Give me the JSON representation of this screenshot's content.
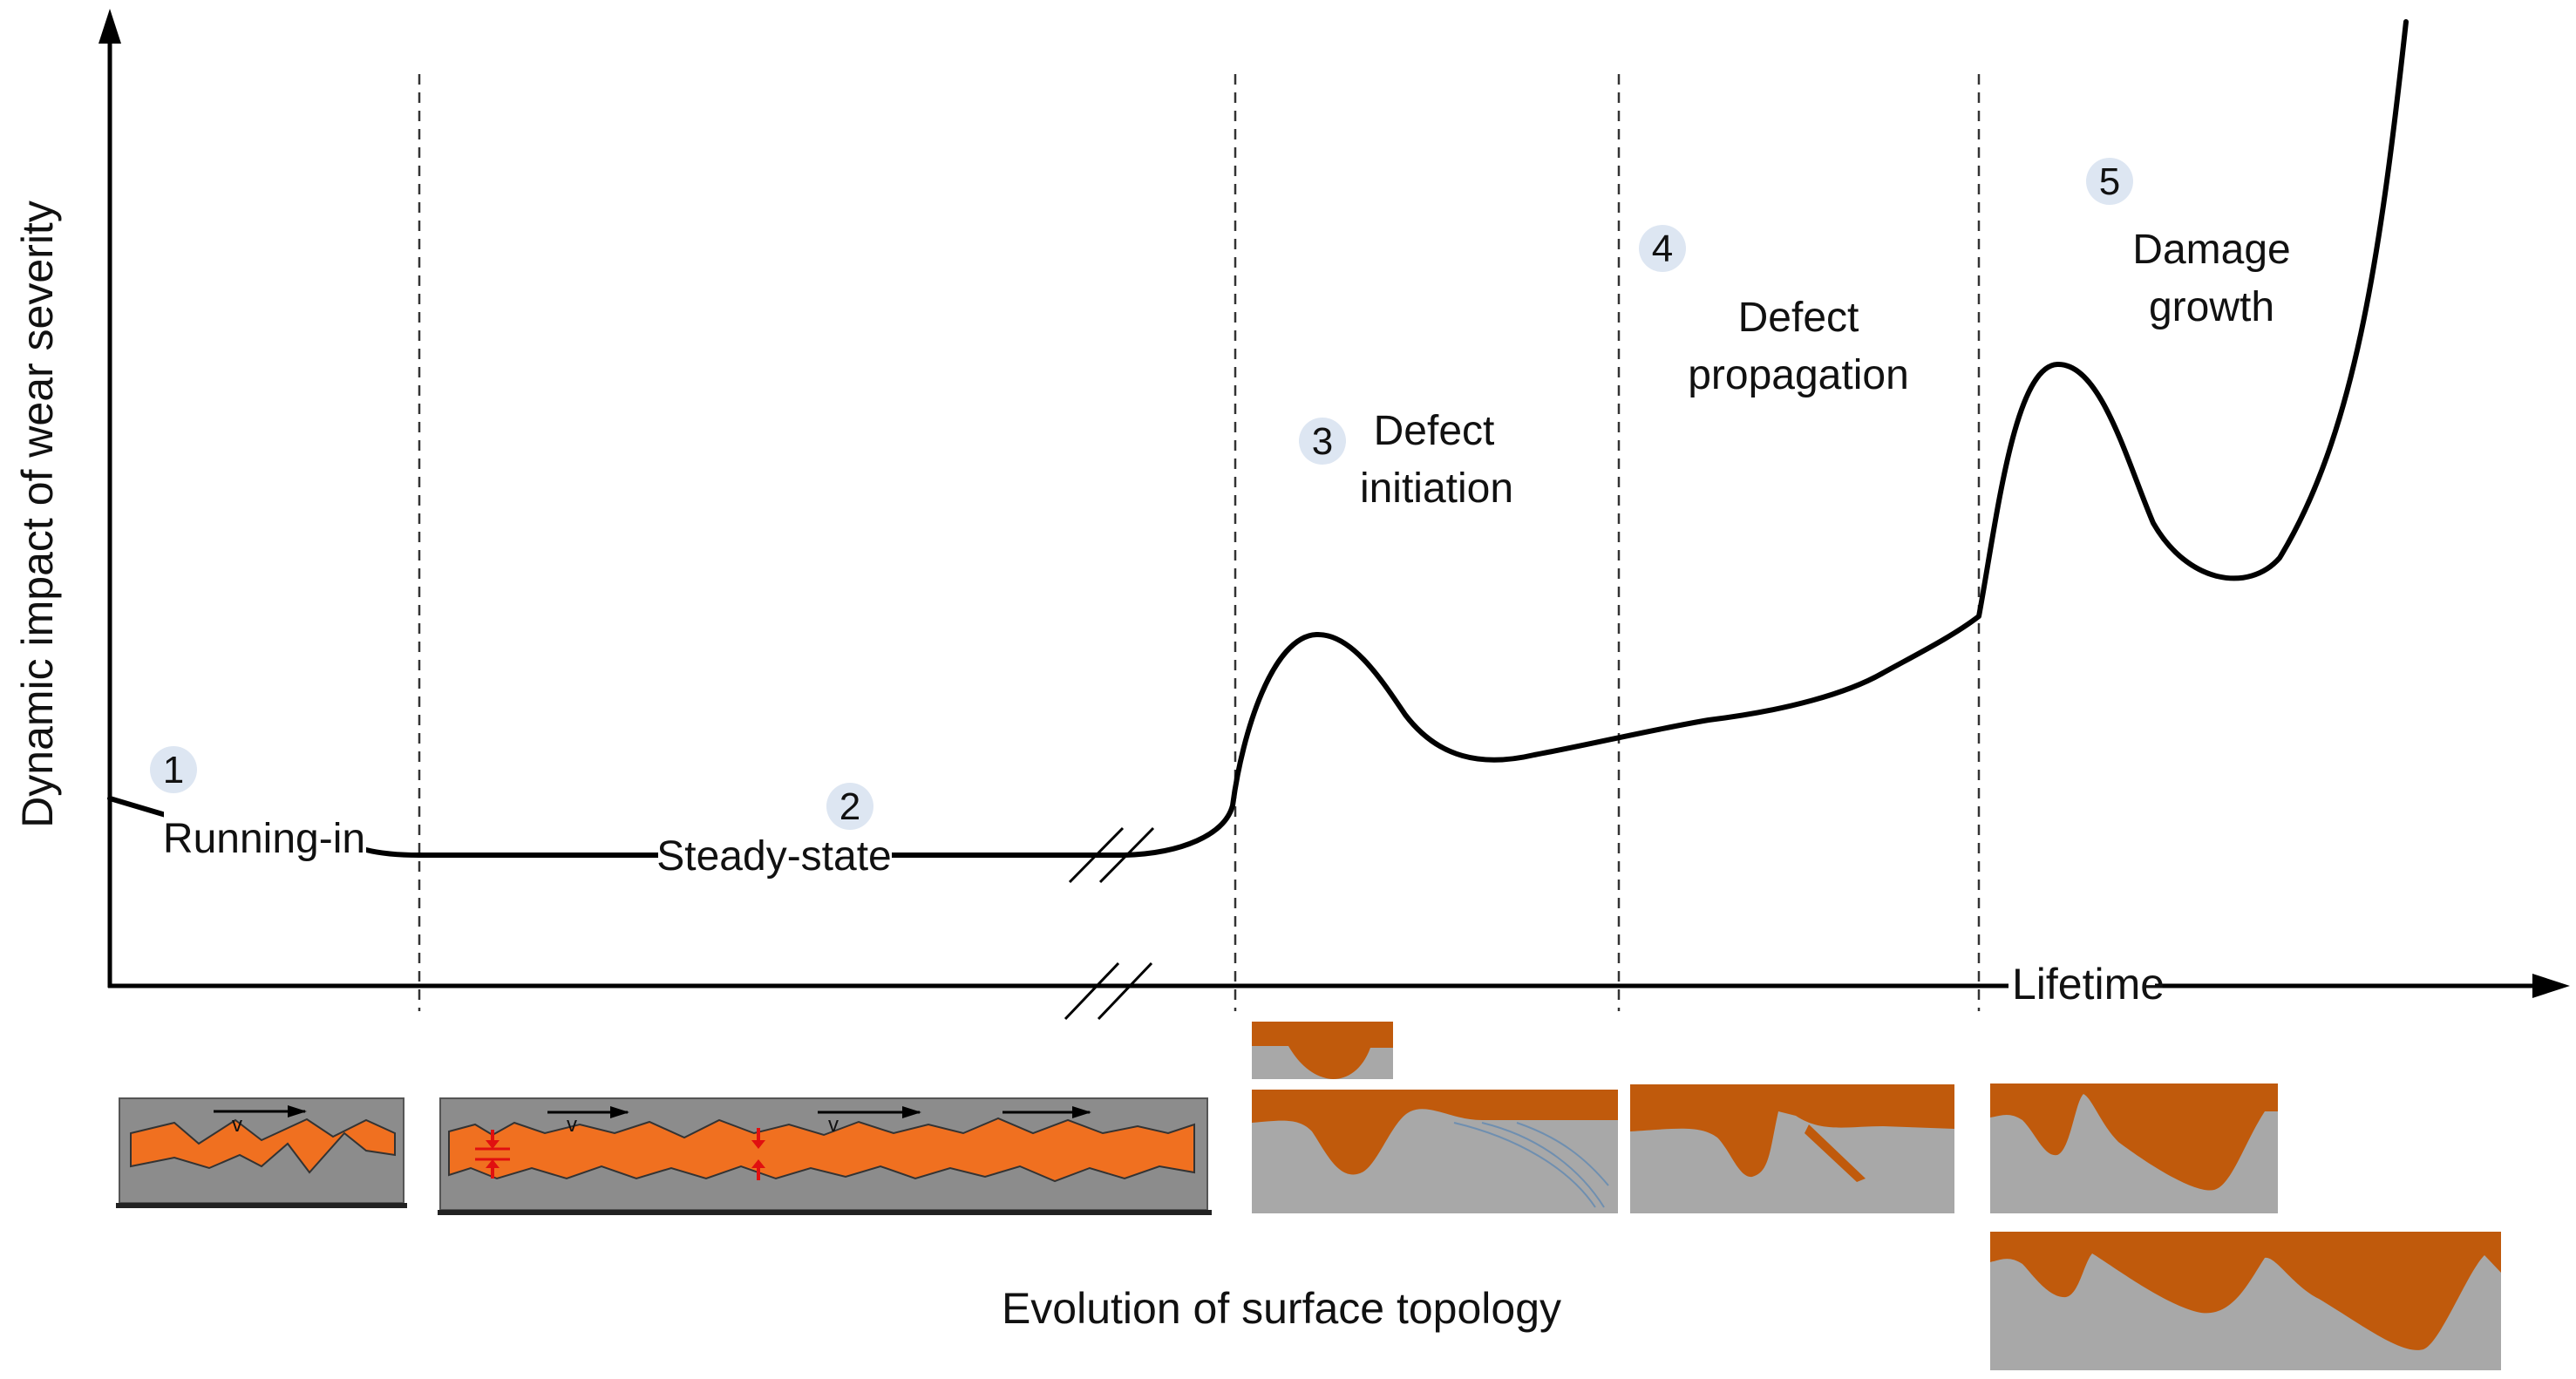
{
  "axes": {
    "y_title": "Dynamic impact of wear severity",
    "x_title": "Lifetime"
  },
  "phases": [
    {
      "number": "1",
      "label_lines": [
        "Running-in"
      ]
    },
    {
      "number": "2",
      "label_lines": [
        "Steady-state"
      ]
    },
    {
      "number": "3",
      "label_lines": [
        "Defect",
        "initiation"
      ]
    },
    {
      "number": "4",
      "label_lines": [
        "Defect",
        "propagation"
      ]
    },
    {
      "number": "5",
      "label_lines": [
        "Damage",
        "growth"
      ]
    }
  ],
  "caption": "Evolution of surface topology",
  "colors": {
    "material": "#f07020",
    "defect": "#c05a0c",
    "substrate": "#a8a8a8",
    "panel_bg": "#8c8c8c",
    "pressure_arrow": "#e01010",
    "badge": "#dde6f2"
  },
  "icons": {
    "sliding_arrow": "arrow-right-icon",
    "axis_break": "axis-break-icon",
    "pressure": "pressure-arrows-icon"
  },
  "sliding_label": "v"
}
